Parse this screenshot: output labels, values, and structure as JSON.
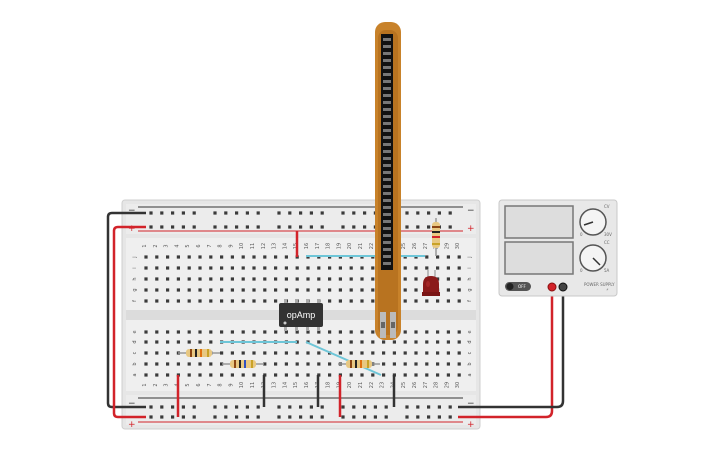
{
  "breadboard": {
    "columns": [
      "1",
      "2",
      "3",
      "4",
      "5",
      "6",
      "7",
      "8",
      "9",
      "10",
      "11",
      "12",
      "13",
      "14",
      "15",
      "16",
      "17",
      "18",
      "19",
      "20",
      "21",
      "22",
      "23",
      "24",
      "25",
      "26",
      "27",
      "28",
      "29",
      "30"
    ],
    "rows_top": [
      "j",
      "i",
      "h",
      "g",
      "f"
    ],
    "rows_bottom": [
      "e",
      "d",
      "c",
      "b",
      "a"
    ],
    "rail_plus": "+",
    "rail_minus": "−"
  },
  "chip": {
    "label": "opAmp"
  },
  "power_supply": {
    "switch_label": "OFF",
    "knob_top_label_hi": "CV",
    "knob_top_label_lo": "30V",
    "knob_bottom_label_hi": "CC",
    "knob_bottom_label_lo": "5A",
    "knob_min": "0",
    "brand": "POWER SUPPLY"
  },
  "colors": {
    "wire_red": "#d2232a",
    "wire_black": "#333333",
    "wire_blue": "#6ec6d8",
    "flex_sensor": "#c8822a",
    "led": "#8b1a1a",
    "breadboard": "#e8e8e8",
    "chip": "#333333"
  }
}
